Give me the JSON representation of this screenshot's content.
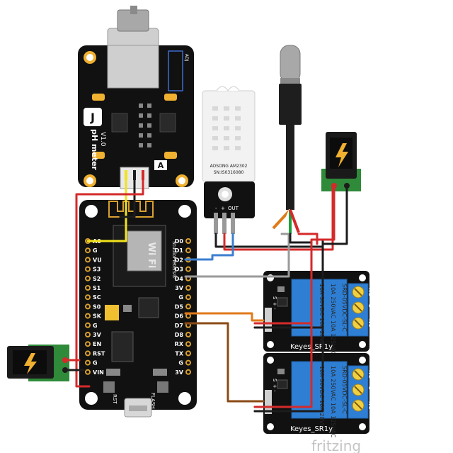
{
  "ph_meter": {
    "title": "pH meter",
    "version": "V1.0",
    "label_A": "A",
    "adj": "ADJ"
  },
  "dht": {
    "line1": "AOSONG AM2302",
    "line2": "SN:IS0316080",
    "out": "OUT",
    "minus": "-",
    "plus": "+"
  },
  "nodemcu": {
    "brand": "StudioPieters®",
    "wifi": "Wi Fi",
    "rst": "RST",
    "flash": "FLASH",
    "left_pins": [
      "A0",
      "G",
      "VU",
      "S3",
      "S2",
      "S1",
      "SC",
      "S0",
      "SK",
      "G",
      "3V",
      "EN",
      "RST",
      "G",
      "VIN"
    ],
    "right_pins": [
      "D0",
      "D1",
      "D2",
      "D3",
      "D4",
      "3V",
      "G",
      "D5",
      "D6",
      "D7",
      "D8",
      "RX",
      "TX",
      "G",
      "3V"
    ]
  },
  "relay1": {
    "name": "Keyes_SR1y",
    "spec": [
      "SRD-05VDC-SL-C",
      "10A 250VAC  10A 125VAC",
      "10A 30VDC  10A 28VDC"
    ],
    "terminals": [
      "NC",
      "C",
      "NO"
    ],
    "inputs": [
      "S",
      "+",
      "-"
    ]
  },
  "relay2": {
    "name": "Keyes_SR1y",
    "spec": [
      "SRD-05VDC-SL-C",
      "10A 250VAC  10A 125VAC",
      "10A 30VDC  10A 28VDC"
    ],
    "terminals": [
      "NC",
      "C",
      "NO"
    ],
    "inputs": [
      "S",
      "+",
      "-"
    ]
  },
  "footer": {
    "watermark": "fritzing"
  },
  "colors": {
    "wire_red": "#d42a2a",
    "wire_black": "#1c1c1c",
    "wire_yellow": "#f2e21c",
    "wire_blue": "#3b7fd0",
    "wire_grey": "#9a9a9a",
    "wire_orange": "#e07a1a",
    "wire_brown": "#8b4a14",
    "board_black": "#111111",
    "relay_blue": "#2e7fd4",
    "pad_gold": "#f0b030"
  }
}
